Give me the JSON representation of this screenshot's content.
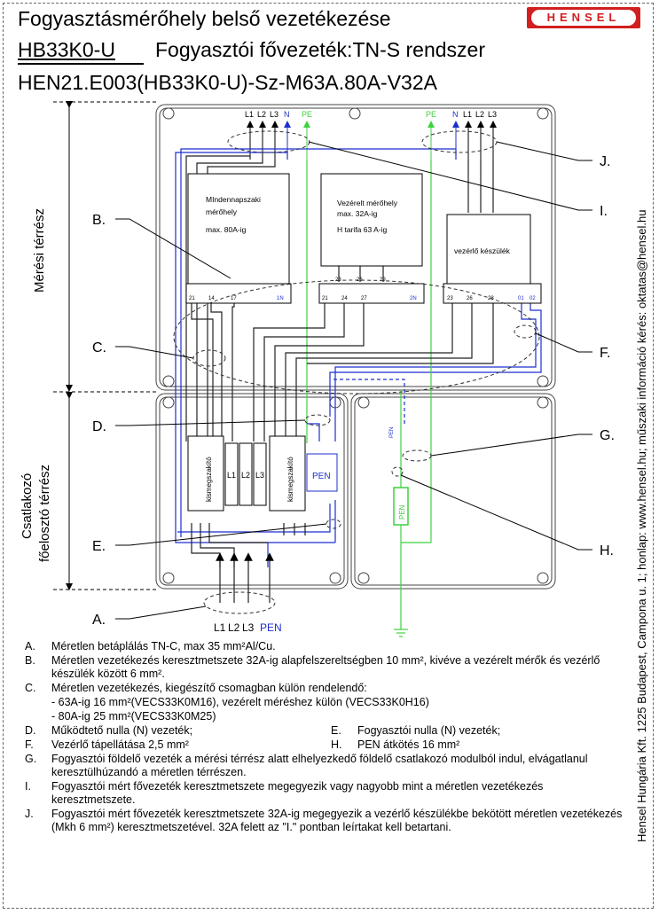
{
  "header": {
    "title": "Fogyasztásmérőhely belső vezetékezése",
    "code": "HB33K0-U",
    "subtitle": "Fogyasztói fővezeték:TN-S rendszer",
    "model": "HEN21.E003(HB33K0-U)-Sz-M63A.80A-V32A",
    "brand": "HENSEL"
  },
  "side_labels": {
    "metering_space": "Mérési térrész",
    "distribution_space_1": "Csatlakozó",
    "distribution_space_2": "főelosztó térrész"
  },
  "right_vertical": "Hensel Hungária Kft. 1225 Budapest, Campona u. 1; honlap: www.hensel.hu; műszaki információ kérés: oktatas@hensel.hu",
  "diagram": {
    "top_left_terminals": [
      "L1",
      "L2",
      "L3",
      "N",
      "PE"
    ],
    "top_right_terminals": [
      "PE",
      "N",
      "L1",
      "L2",
      "L3"
    ],
    "meter1": [
      "MIndennapszaki",
      "mérőhely",
      "max. 80A-ig"
    ],
    "meter2": [
      "Vezérelt mérőhely",
      "max. 32A-ig",
      "H tarifa 63 A-ig"
    ],
    "controller": "vezérlő készülék",
    "meter1_terms": [
      "21",
      "14",
      "17",
      "1N"
    ],
    "meter2_top": [
      "23",
      "26",
      "29"
    ],
    "meter2_terms": [
      "21",
      "24",
      "27",
      "2N"
    ],
    "controller_terms": [
      "23",
      "26",
      "28",
      "01",
      "02"
    ],
    "breaker1": "kismegszakító",
    "breaker2": "kismegszakító",
    "fuse_labels": [
      "L1",
      "L2",
      "L3"
    ],
    "pen_block": "PEN",
    "pen_vertical": "PEN",
    "pen_link": "PEN",
    "bottom_inputs": [
      "L1",
      "L2",
      "L3",
      "PEN"
    ],
    "callouts": [
      "A.",
      "B.",
      "C.",
      "D.",
      "E.",
      "F.",
      "G.",
      "H.",
      "I.",
      "J."
    ]
  },
  "colors": {
    "blue": "#1c2fcf",
    "green": "#3fd13f",
    "brand_red": "#d21f1f"
  },
  "notes": [
    {
      "key": "A.",
      "text": "Méretlen betáplálás TN-C, max 35 mm²Al/Cu."
    },
    {
      "key": "B.",
      "text": "Méretlen vezetékezés keresztmetszete 32A-ig alapfelszereltségben 10 mm², kivéve a vezérelt mérők és vezérlő készülék között 6 mm²."
    },
    {
      "key": "C.",
      "text": "Méretlen vezetékezés, kiegészítő csomagban külön rendelendő:"
    },
    {
      "key": "",
      "text": "- 63A-ig 16 mm²(VECS33K0M16), vezérelt méréshez külön (VECS33K0H16)"
    },
    {
      "key": "",
      "text": "- 80A-ig 25 mm²(VECS33K0M25)"
    },
    {
      "key": "D.",
      "text": "Működtető nulla (N) vezeték;",
      "key2": "E.",
      "text2": "Fogyasztói nulla (N) vezeték;"
    },
    {
      "key": "F.",
      "text": "Vezérlő tápellátása 2,5 mm²",
      "key2": "H.",
      "text2": "PEN átkötés 16 mm²"
    },
    {
      "key": "G.",
      "text": "Fogyasztói földelő vezeték a mérési térrész alatt elhelyezkedő földelő csatlakozó modulból indul, elvágatlanul keresztülhúzandó a méretlen térrészen."
    },
    {
      "key": "I.",
      "text": "Fogyasztói mért fővezeték keresztmetszete megegyezik vagy nagyobb mint a méretlen vezetékezés keresztmetszete."
    },
    {
      "key": "J.",
      "text": "Fogyasztói mért fővezeték keresztmetszete 32A-ig megegyezik a vezérlő készülékbe bekötött méretlen vezetékezés (Mkh 6 mm²) keresztmetszetével. 32A felett az \"I.\" pontban leírtakat kell betartani."
    }
  ]
}
